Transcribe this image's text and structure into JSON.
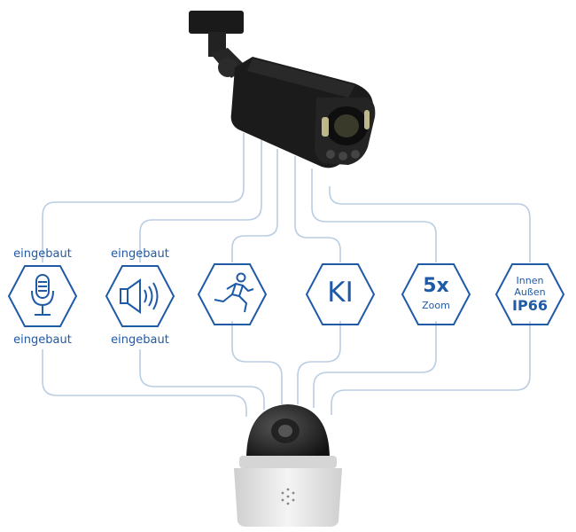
{
  "features": {
    "microphone": {
      "label_top": "eingebaut",
      "label_bottom": "eingebaut",
      "icon": "microphone-icon"
    },
    "speaker": {
      "label_top": "eingebaut",
      "label_bottom": "eingebaut",
      "icon": "speaker-icon"
    },
    "motion": {
      "icon": "running-person-icon"
    },
    "ai": {
      "text": "KI"
    },
    "zoom": {
      "value": "5x",
      "unit": "Zoom"
    },
    "rating": {
      "line1": "Innen",
      "line2": "Außen",
      "line3": "IP66"
    }
  },
  "colors": {
    "accent": "#1f5aa6",
    "line": "#b9cde3",
    "camera_body": "#1b1b1b",
    "dome_housing": "#e6e6e6"
  }
}
